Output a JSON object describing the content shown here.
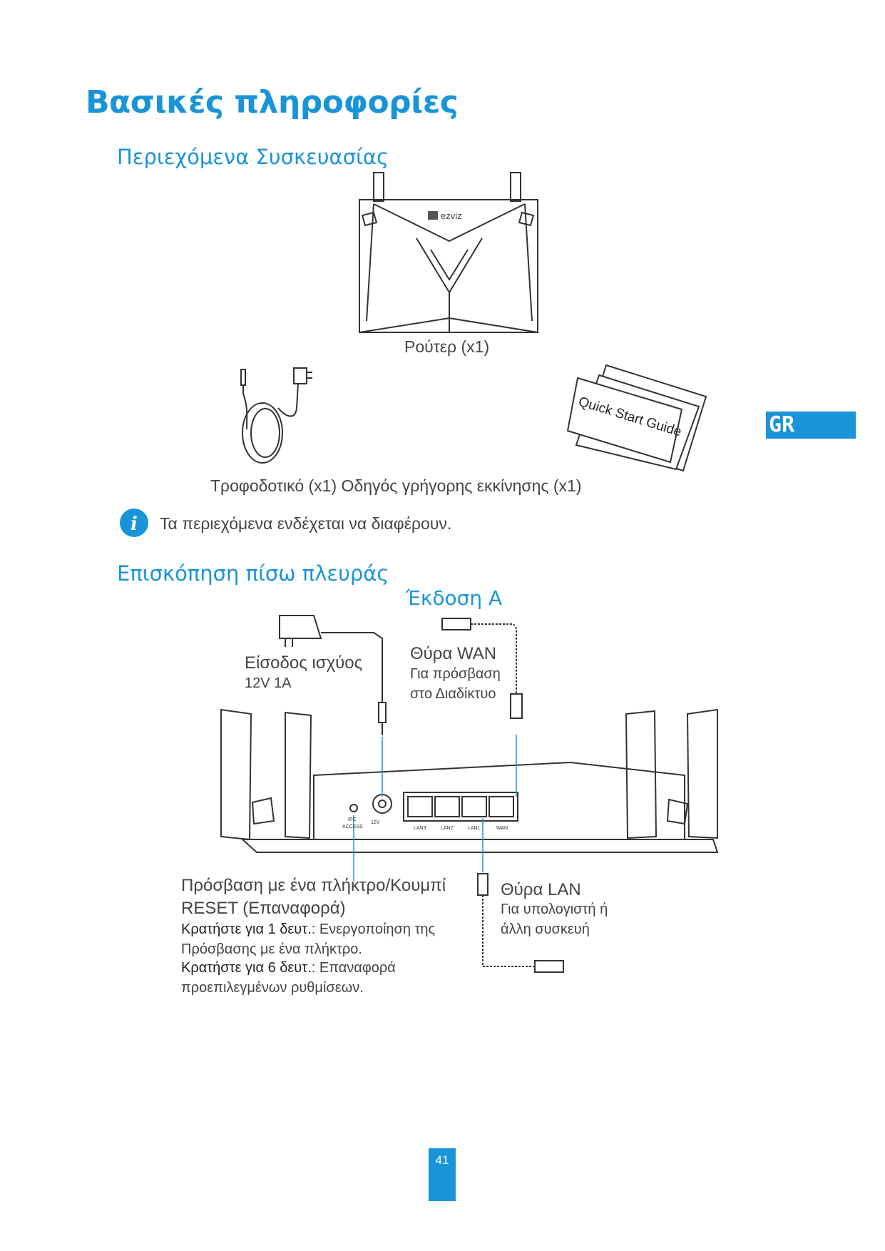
{
  "title": "Βασικές πληροφορίες",
  "package": {
    "heading": "Περιεχόμενα Συσκευασίας",
    "router_brand": "ezviz",
    "router_caption": "Ρούτερ (x1)",
    "guide_text": "Quick Start Guide",
    "items_caption": "Τροφοδοτικό (x1) Οδηγός γρήγορης εκκίνησης (x1)",
    "note": "Τα περιεχόμενα ενδέχεται να διαφέρουν."
  },
  "rear": {
    "heading": "Επισκόπηση πίσω πλευράς",
    "version": "Έκδοση A",
    "power_label": "Είσοδος ισχύος",
    "power_spec": "12V 1A",
    "wan_label": "Θύρα WAN",
    "wan_desc_1": "Για πρόσβαση",
    "wan_desc_2": "στο Διαδίκτυο",
    "reset_title_1": "Πρόσβαση με ένα πλήκτρο/Κουμπί",
    "reset_title_2": "RESET (Επαναφορά)",
    "hold1_strong": "Κρατήστε για 1 δευτ.",
    "hold1_text": ": Ενεργοποίηση της",
    "hold1_text2": "Πρόσβασης με ένα πλήκτρο.",
    "hold6_strong": "Κρατήστε για 6 δευτ.",
    "hold6_text": ": Επαναφορά",
    "hold6_text2": "προεπιλεγμένων ρυθμίσεων.",
    "lan_label": "Θύρα LAN",
    "lan_desc_1": "Για υπολογιστή ή",
    "lan_desc_2": "άλλη συσκευή",
    "port_labels": [
      "LAN3",
      "LAN2",
      "LAN1",
      "WAN"
    ],
    "ipc_label": "IPC",
    "access_label": "ACCESS",
    "v12_label": "12V"
  },
  "language_tab": "GR",
  "page_number": "41",
  "colors": {
    "accent": "#1a94d8",
    "text": "#444444"
  }
}
